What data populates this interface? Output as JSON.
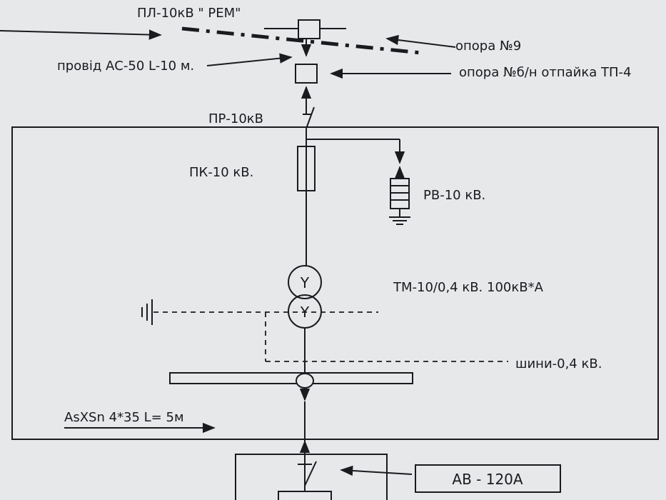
{
  "labels": {
    "pl_line": "ПЛ-10кВ  \" РЕМ\"",
    "wire": "провід АС-50 L-10 м.",
    "pole9": "опора №9",
    "pole_branch": "опора №б/н отпайка ТП-4",
    "pr10": "ПР-10кВ",
    "pk10": "ПК-10 кВ.",
    "rv10": "РВ-10 кВ.",
    "transformer": "ТМ-10/0,4 кВ. 100кВ*А",
    "busbar": "шини-0,4 кВ.",
    "cable": "AsXSn 4*35  L= 5м",
    "breaker": "АВ - 120А"
  },
  "transformer_symbol": "Y",
  "colors": {
    "ink": "#1a1a1f",
    "paper": "#e6e8ea"
  }
}
